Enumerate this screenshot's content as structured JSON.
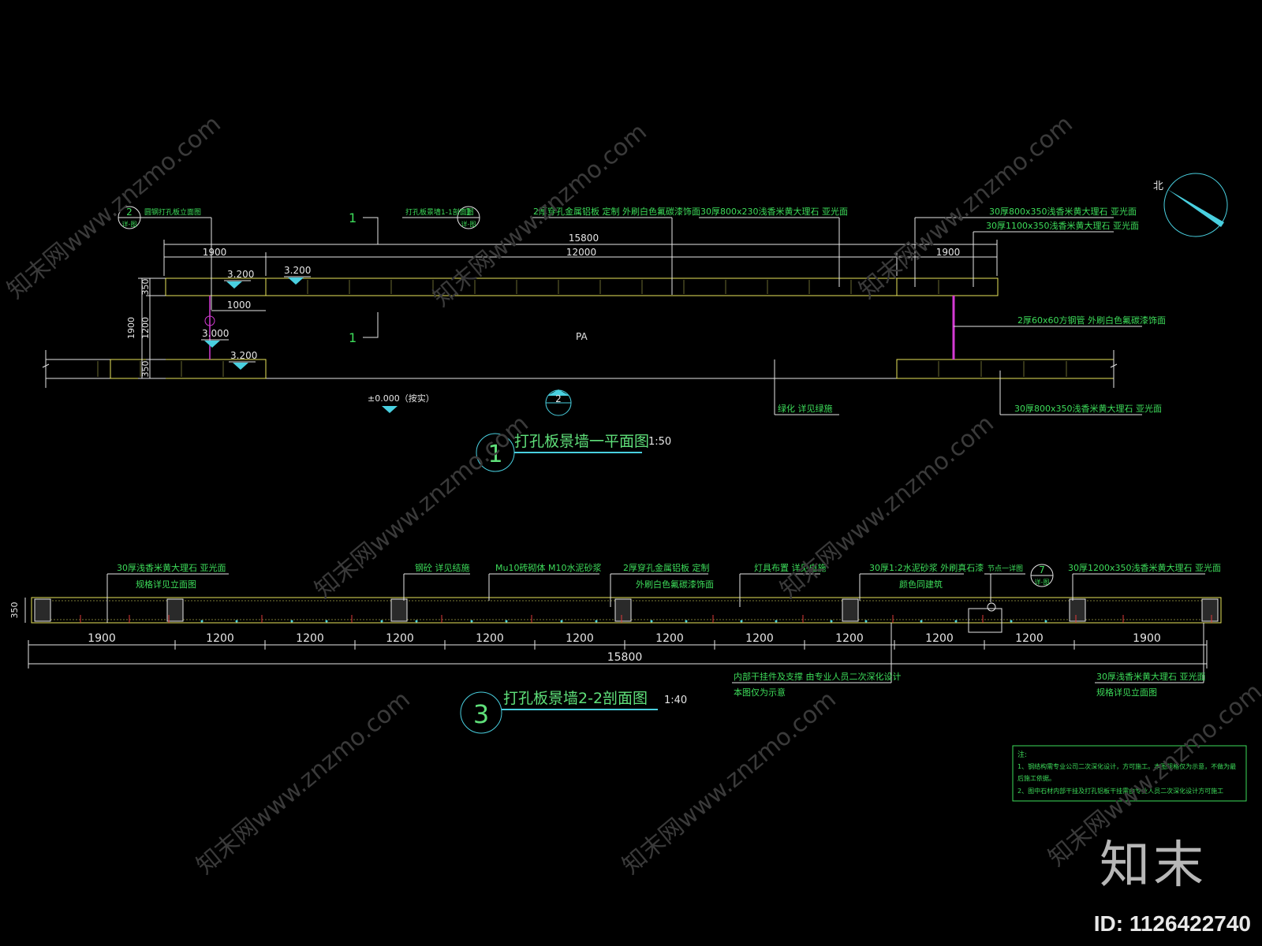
{
  "plan": {
    "top_labels": {
      "detail_ref": "圆钢打孔板立面图",
      "detail_ref_num": "2",
      "detail_ref_sheet": "详-图",
      "section_ref": "打孔板景墙1-1剖面图",
      "section_ref_num": "1",
      "section_ref_sheet": "详-图",
      "perforated": "2厚穿孔金属铝板 定制 外刷白色氟碳漆饰面",
      "marble_800x230": "30厚800x230浅香米黄大理石 亚光面",
      "marble_800x350": "30厚800x350浅香米黄大理石 亚光面",
      "marble_1100x350": "30厚1100x350浅香米黄大理石 亚光面",
      "steel_tube": "2厚60x60方钢管 外刷白色氟碳漆饰面",
      "greening": "绿化 详见绿施",
      "marble_bottom": "30厚800x350浅香米黄大理石 亚光面"
    },
    "dims": {
      "total": "15800",
      "left": "1900",
      "middle": "12000",
      "right": "1900",
      "inner": "1000",
      "v350a": "350",
      "v1200": "1200",
      "v350b": "350",
      "v1900": "1900"
    },
    "levels": {
      "l1": "3.200",
      "l2": "3.200",
      "l3": "3.000",
      "l4": "3.200",
      "ground": "±0.000（按实）"
    },
    "section_cut": "1",
    "pa": "PA",
    "callout2": "2",
    "north": "北",
    "title_num": "1",
    "title": "打孔板景墙一平面图",
    "scale": "1:50"
  },
  "section": {
    "labels": {
      "marble_top": "30厚浅香米黄大理石 亚光面",
      "marble_top_sub": "规格详见立面图",
      "rebar": "钢砼 详见结施",
      "mu10": "Mu10砖砌体 M10水泥砂浆",
      "perforated": "2厚穿孔金属铝板 定制",
      "perforated_sub": "外刷白色氟碳漆饰面",
      "light": "灯具布置 详见电施",
      "mortar": "30厚1:2水泥砂浆 外刷真石漆",
      "mortar_sub": "颜色同建筑",
      "node": "节点一详图",
      "node_num": "7",
      "node_sheet": "详-图",
      "marble_1200": "30厚1200x350浅香米黄大理石 亚光面",
      "hanger": "内部干挂件及支撑 由专业人员二次深化设计",
      "hanger_sub": "本图仅为示意",
      "marble_right": "30厚浅香米黄大理石 亚光面",
      "marble_right_sub": "规格详见立面图"
    },
    "height": "350",
    "segments": [
      "1900",
      "1200",
      "1200",
      "1200",
      "1200",
      "1200",
      "1200",
      "1200",
      "1200",
      "1200",
      "1200",
      "1900"
    ],
    "total": "15800",
    "title_num": "3",
    "title": "打孔板景墙2-2剖面图",
    "scale": "1:40"
  },
  "notes": {
    "head": "注:",
    "n1": "1、钢结构需专业公司二次深化设计，方可施工。本图规格仅为示意，不做为最",
    "n1b": "后施工依据。",
    "n2": "2、图中石材内部干挂及打孔铝板干挂需由专业人员二次深化设计方可施工"
  },
  "watermark": {
    "site": "知末网www.znzmo.com",
    "brand": "知末",
    "id": "ID: 1126422740"
  },
  "colors": {
    "white": "#e6e6e6",
    "green": "#3ddc5a",
    "yellow": "#e8e35a",
    "cyan": "#49d0e0",
    "magenta": "#d43ad4",
    "red": "#e03a3a",
    "title_green": "#5fe07a"
  }
}
